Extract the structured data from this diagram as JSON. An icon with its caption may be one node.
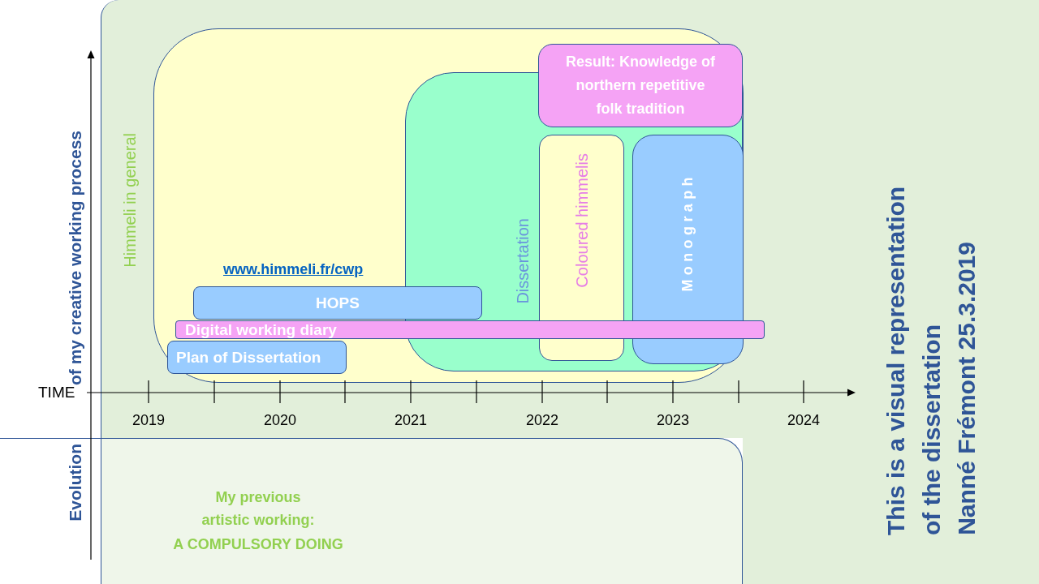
{
  "diagram": {
    "caption": "This is a visual representation of the dissertation",
    "nodes": [
      {
        "text": [
          "Himmeli in general"
        ]
      },
      {
        "text": [
          "www.himmeli.fr/cwp"
        ],
        "in": 0
      },
      {
        "text": [
          "Dissertation"
        ],
        "in": 1
      },
      {
        "text": [
          "Result: Knowledge of northern repetitive folk tradition"
        ],
        "in": 1
      },
      {
        "text": [
          "Coloured himmelis"
        ],
        "in": 2
      },
      {
        "text": [
          "Monograph"
        ],
        "in": 2
      },
      {
        "text": [
          "HOPS"
        ],
        "in": 1
      },
      {
        "text": [
          "Digital working diary"
        ],
        "in": 1
      },
      {
        "text": [
          "Plan of Dissertation"
        ],
        "in": 1
      },
      {
        "text": [
          "My previous artistic working:",
          "A COMPULSORY DOING"
        ]
      }
    ],
    "labels": [
      "of my creative working process",
      "Evolution",
      "TIME",
      "2019",
      "2020",
      "2021",
      "2022",
      "2023",
      "2024",
      "Nanné Frémont 25.3.2019"
    ]
  }
}
